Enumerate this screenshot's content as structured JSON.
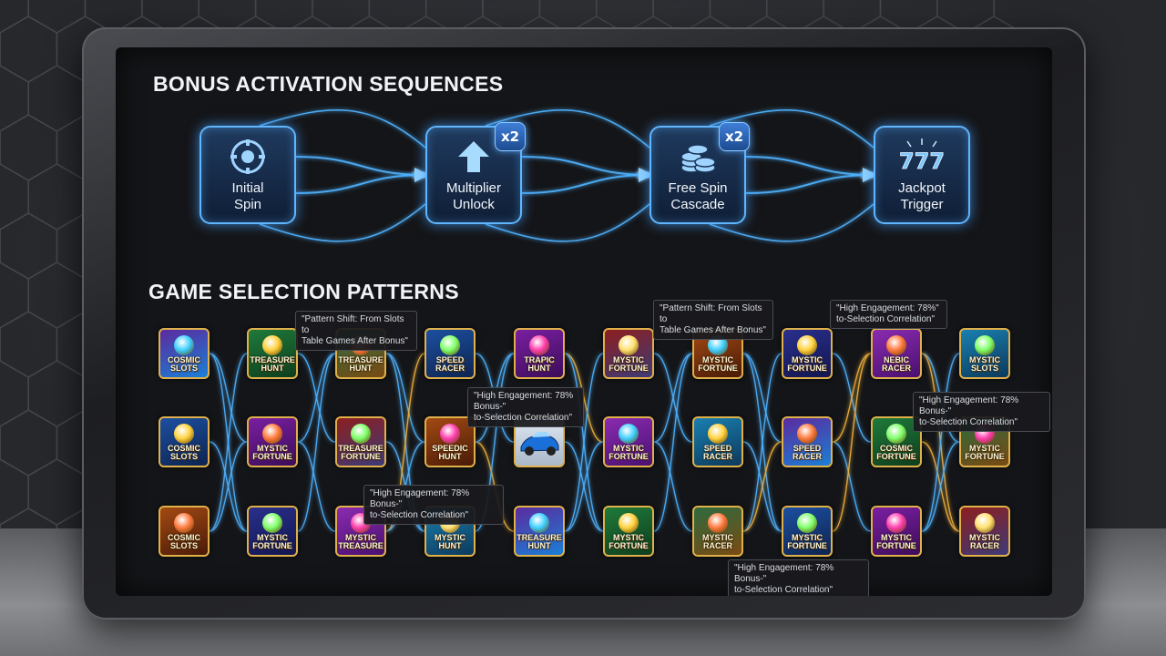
{
  "colors": {
    "flow_blue": "#4fb2ff",
    "flow_gold": "#f0b03a",
    "stage_border": "#5fb6ff"
  },
  "bonus": {
    "title": "BONUS ACTIVATION SEQUENCES",
    "stages": [
      {
        "label": "Initial\nSpin",
        "icon": "gear-icon",
        "badge": ""
      },
      {
        "label": "Multiplier\nUnlock",
        "icon": "up-arrow-icon",
        "badge": "x2"
      },
      {
        "label": "Free Spin\nCascade",
        "icon": "coin-stack-icon",
        "badge": "x2"
      },
      {
        "label": "Jackpot\nTrigger",
        "icon": "777-icon",
        "badge": ""
      }
    ]
  },
  "selection": {
    "title": "GAME SELECTION PATTERNS",
    "rows": [
      [
        {
          "label": "COSMIC\nSLOTS"
        },
        {
          "label": "TREASURE\nHUNT"
        },
        {
          "label": "TREASURE\nHUNT"
        },
        {
          "label": "SPEED\nRACER"
        },
        {
          "label": "TRAPIC\nHUNT"
        },
        {
          "label": "MYSTIC\nFORTUNE"
        },
        {
          "label": "MYSTIC\nFORTUNE"
        },
        {
          "label": "MYSTIC\nFORTUNE"
        },
        {
          "label": "NEBIC\nRACER"
        },
        {
          "label": "MYSTIC\nSLOTS"
        }
      ],
      [
        {
          "label": "COSMIC\nSLOTS"
        },
        {
          "label": "MYSTIC\nFORTUNE"
        },
        {
          "label": "TREASURE\nFORTUNE"
        },
        {
          "label": "SPEEDIC\nHUNT"
        },
        {
          "label": ""
        },
        {
          "label": "MYSTIC\nFORTUNE"
        },
        {
          "label": "SPEED\nRACER"
        },
        {
          "label": "SPEED\nRACER"
        },
        {
          "label": "COSMIC\nFORTUNE"
        },
        {
          "label": "MYSTIC\nFORTUNE"
        }
      ],
      [
        {
          "label": "COSMIC\nSLOTS"
        },
        {
          "label": "MYSTIC\nFORTUNE"
        },
        {
          "label": "MYSTIC\nTREASURE"
        },
        {
          "label": "MYSTIC\nHUNT"
        },
        {
          "label": "TREASURE\nHUNT"
        },
        {
          "label": "MYSTIC\nFORTUNE"
        },
        {
          "label": "MYSTIC\nRACER"
        },
        {
          "label": "MYSTIC\nFORTUNE"
        },
        {
          "label": "MYSTIC\nFORTUNE"
        },
        {
          "label": "MYSTIC\nRACER"
        }
      ]
    ],
    "callouts": [
      "\"Pattern Shift: From Slots to\nTable Games After Bonus\"",
      "\"Pattern Shift: From Slots to\nTable Games After Bonus\"",
      "\"High Engagement: 78%\"\nto-Selection Correlation\"",
      "\"High Engagement: 78% Bonus-\"\nto-Selection Correlation\"",
      "\"High Engagement: 78% Bonus-\"\nto-Selection Correlation\"",
      "\"High Engagement: 78% Bonus-\"\nto-Selection Correlation\"",
      "\"High Engagement: 78% Bonus-\"\nto-Selection Correlation\""
    ]
  }
}
